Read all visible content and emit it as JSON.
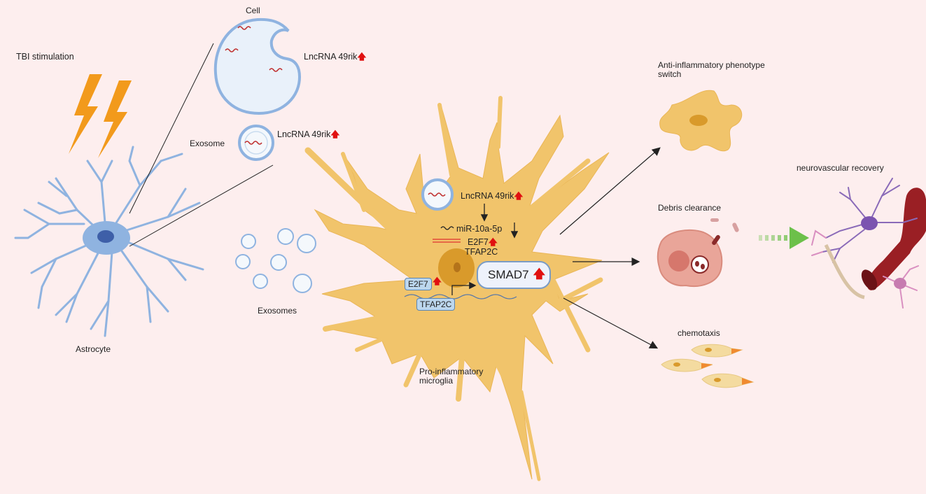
{
  "labels": {
    "tbi": "TBI stimulation",
    "cell": "Cell",
    "lnc_cell": "LncRNA 49rik",
    "exosome": "Exosome",
    "lnc_exo": "LncRNA 49rik",
    "exosomes": "Exosomes",
    "astrocyte": "Astrocyte",
    "lnc_micro": "LncRNA 49rik",
    "mir": "miR-10a-5p",
    "e2f7": "E2F7",
    "tfap2c": "TFAP2C",
    "e2f7_box": "E2F7",
    "tfap2c_box": "TFAP2C",
    "smad7": "SMAD7",
    "pro": "Pro-inflammatory",
    "pro2": "microglia",
    "anti": "Anti-inflammatory phenotype",
    "anti2": "switch",
    "debris": "Debris clearance",
    "chemo": "chemotaxis",
    "neuro": "neurovascular recovery"
  },
  "icons": [
    "lightning-icon",
    "up-arrow-icon",
    "down-arrow-icon",
    "exosome-icon",
    "astrocyte-icon",
    "microglia-icon",
    "macrophage-icon",
    "neuron-icon",
    "blood-vessel-icon",
    "dashed-arrow-icon"
  ],
  "colors": {
    "background": "#fdeeee",
    "astrocyte": "#8fb3e0",
    "microglia": "#f1c46b",
    "lightning": "#f29a1c",
    "up_arrow": "#e01010",
    "green_arrow": "#6cc04a",
    "vessel": "#9a1f24"
  }
}
